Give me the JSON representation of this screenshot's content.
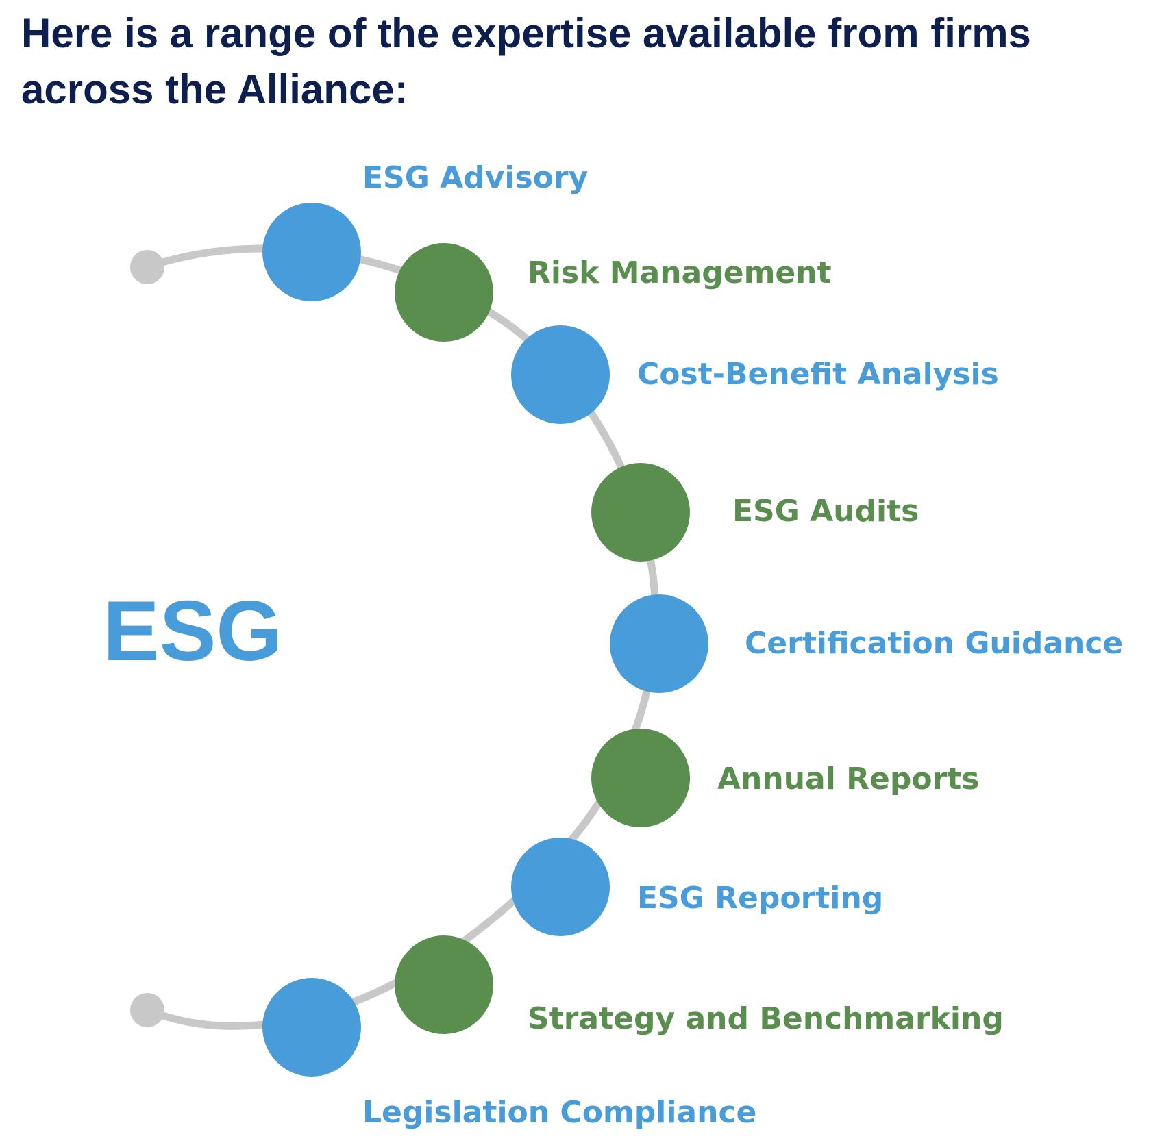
{
  "heading": "Here is a range of the expertise available from firms across the Alliance:",
  "center_label": "ESG",
  "colors": {
    "heading": "#0d1f4f",
    "blue": "#479cd9",
    "green": "#5a8e4e",
    "connector": "#c8c8c8"
  },
  "items": [
    {
      "label": "ESG Advisory",
      "color": "blue"
    },
    {
      "label": "Risk Management",
      "color": "green"
    },
    {
      "label": "Cost-Benefit Analysis",
      "color": "blue"
    },
    {
      "label": "ESG Audits",
      "color": "green"
    },
    {
      "label": "Certification Guidance",
      "color": "blue"
    },
    {
      "label": "Annual Reports",
      "color": "green"
    },
    {
      "label": "ESG Reporting",
      "color": "blue"
    },
    {
      "label": "Strategy and Benchmarking",
      "color": "green"
    },
    {
      "label": "Legislation Compliance",
      "color": "blue"
    }
  ]
}
